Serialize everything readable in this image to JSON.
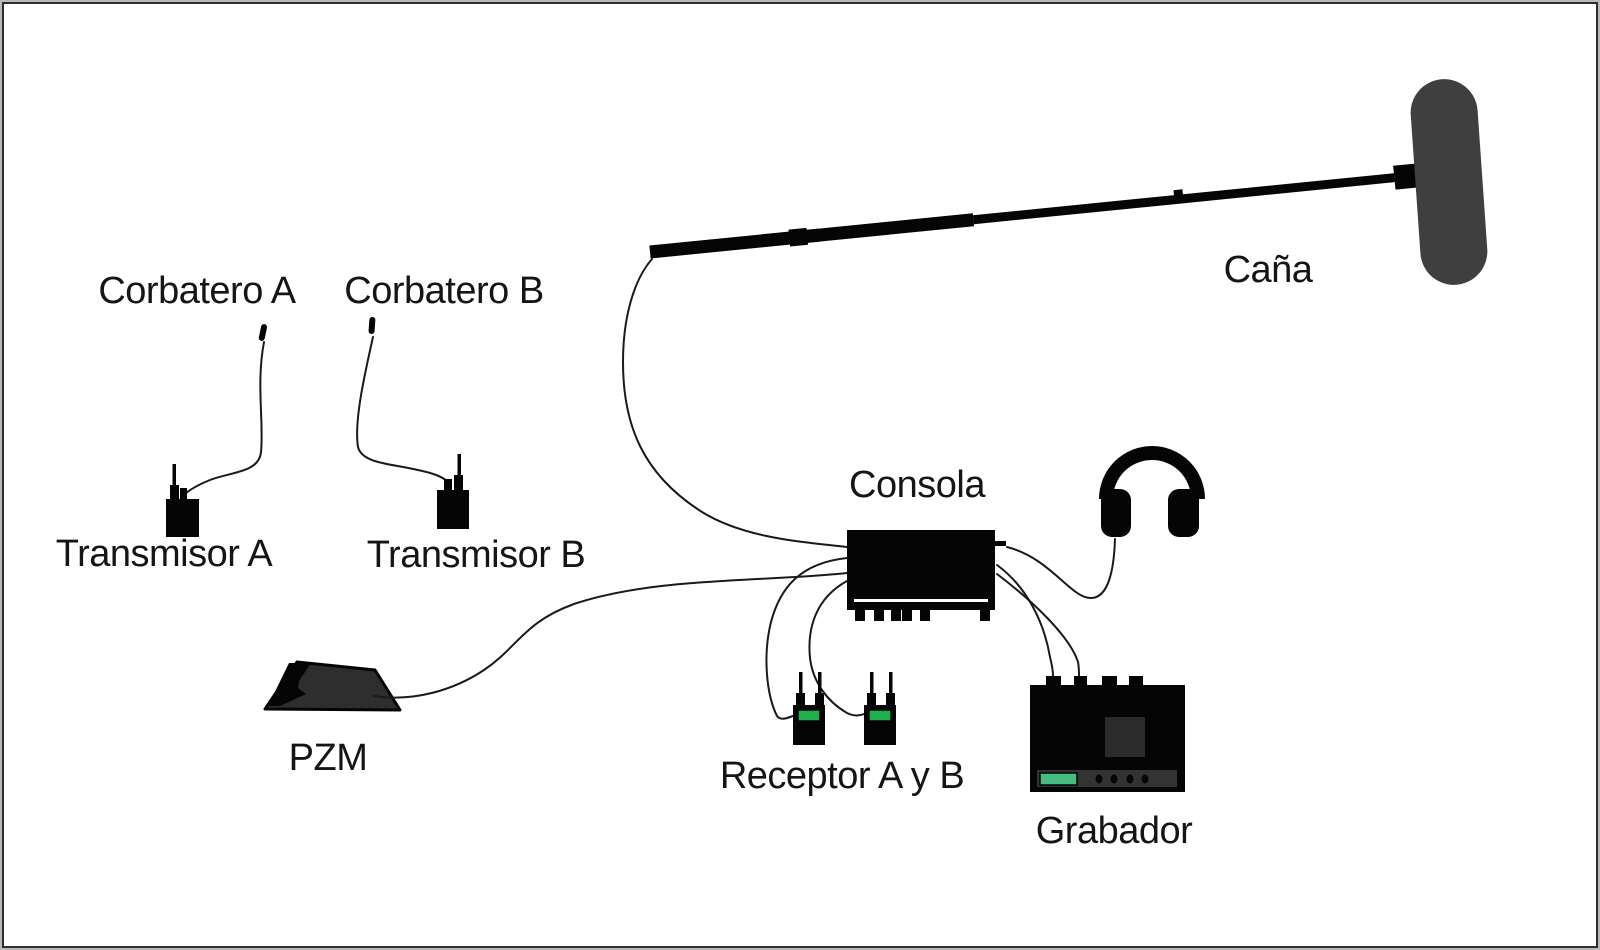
{
  "diagram": {
    "kind": "audio-recording-setup-diagram"
  },
  "devices": {
    "corbatero_a": {
      "label": "Corbatero A",
      "kind": "lavalier-microphone"
    },
    "corbatero_b": {
      "label": "Corbatero B",
      "kind": "lavalier-microphone"
    },
    "transmisor_a": {
      "label": "Transmisor A",
      "kind": "wireless-transmitter"
    },
    "transmisor_b": {
      "label": "Transmisor B",
      "kind": "wireless-transmitter"
    },
    "cana": {
      "label": "Caña",
      "kind": "boom-microphone"
    },
    "consola": {
      "label": "Consola",
      "kind": "mixing-console"
    },
    "auriculares": {
      "kind": "headphones"
    },
    "pzm": {
      "label": "PZM",
      "kind": "boundary-microphone"
    },
    "receptor_ab": {
      "label": "Receptor A y B",
      "kind": "wireless-receivers"
    },
    "grabador": {
      "label": "Grabador",
      "kind": "recorder"
    }
  },
  "connections": [
    {
      "a": "corbatero_a",
      "b": "transmisor_a"
    },
    {
      "a": "corbatero_b",
      "b": "transmisor_b"
    },
    {
      "a": "cana",
      "b": "consola"
    },
    {
      "a": "pzm",
      "b": "consola"
    },
    {
      "a": "consola",
      "b": "receptor_a"
    },
    {
      "a": "consola",
      "b": "receptor_b"
    },
    {
      "a": "consola",
      "b": "auriculares"
    },
    {
      "a": "consola",
      "b": "grabador"
    },
    {
      "a": "consola",
      "b": "grabador"
    }
  ],
  "colors": {
    "background": "#ffffff",
    "frame_dark": "#2e2e2e",
    "frame_light": "#b9b9b9",
    "device_black": "#050505",
    "windscreen_gray": "#3f3f3f",
    "pzm_gray": "#2e2e2e",
    "receiver_screen_green": "#1fb04e",
    "recorder_screen_green": "#46bd80",
    "recorder_panel_gray": "#333333",
    "recorder_lcd_gray": "#2b2b2b",
    "cable_color": "#1a1a1a",
    "label_color": "#151515",
    "console_line_white": "#ffffff"
  }
}
